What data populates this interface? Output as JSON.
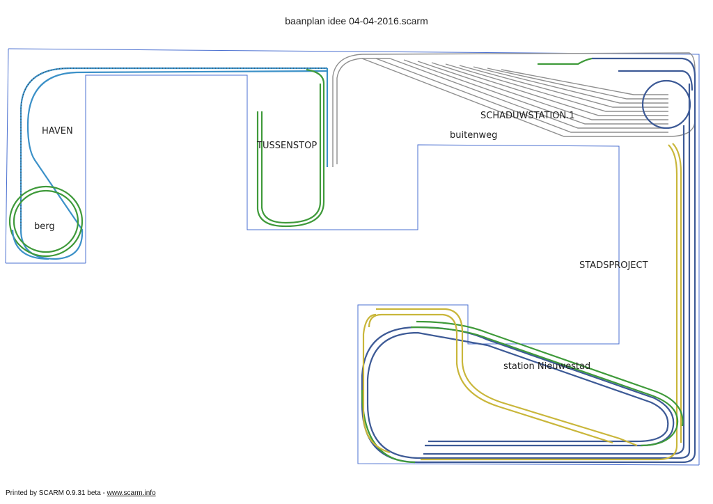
{
  "document": {
    "title": "baanplan  idee 04-04-2016.scarm"
  },
  "labels": {
    "haven": "HAVEN",
    "berg": "berg",
    "tussenstop": "TUSSENSTOP",
    "schaduwstation": "SCHADUWSTATION.1",
    "buitenweg": "buitenweg",
    "stadsproject": "STADSPROJECT",
    "station_nieuwestad": "station Nieuwestad"
  },
  "footer": {
    "printed_by": "Printed by SCARM 0.9.31 beta - ",
    "site": "www.scarm.info"
  },
  "colors": {
    "outline": "#4a6fd0",
    "track_blue": "#3d5a96",
    "track_cyan": "#3c91c8",
    "track_green": "#3f9a3a",
    "track_yellow": "#c9b63a",
    "track_grey": "#8f8f8f"
  }
}
